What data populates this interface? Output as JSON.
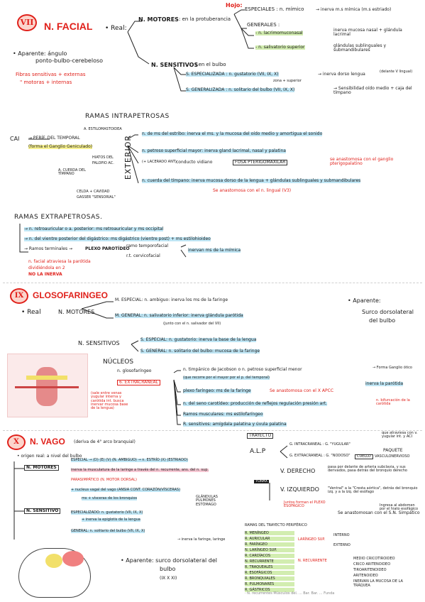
{
  "vii": {
    "numeral": "VII",
    "title": "N. FACIAL",
    "real": "• Real:",
    "aparente": "• Aparente: ángulo",
    "aparente2": "ponto-bulbo-cerebeloso",
    "fibras1": "Fibras sensitivas + externas",
    "fibras2": "\" motoras + internas",
    "hojo": "Hojo:",
    "motores": "N. MOTORES",
    "motores_loc": ": en la protuberancia",
    "especiales": "ESPECIALES : n. mímico",
    "especiales_r": "→ inerva m.s mímica (m.s estriado)",
    "generales": "GENERALES :",
    "lacrimomuconasal": "- n. lacrimomuconasal",
    "lacrimo_r": "inerva mucosa nasal + glándula lacrimal",
    "salivador": "- n. salivatorio superior",
    "salivador_r": "glándulas sublinguales y submandibulares",
    "sensitivos": "N. SENSITIVOS",
    "sensitivos_loc": ": en el bulbo",
    "s_especializada": "S. ESPECIALIZADA : n. gustatorio (VII, IX, X)",
    "s_zona": "zona + superior",
    "s_esp_r": "→ inerva dorso lengua",
    "s_esp_r2": "(delante V lingual)",
    "s_generalizada": "S. GENERALIZADA : n. solitario del bulbo (VII, IX, X)",
    "s_gen_r": "→ Sensibilidad oído medio + caja del tímpano",
    "ramas_intra": "RAMAS INTRAPETROSAS",
    "cai": "CAI",
    "cai_1": "→ PERÍF. DEL TEMPORAL",
    "cai_2": "(forma el Ganglio Geniculado)",
    "a_estilomastoidea": "A. ESTILOMASTOIDEA",
    "hiatos": "HIATOS DEL",
    "hiatos2": "FALOPIO AC.",
    "a_cuerda": "A. CUERDA DEL TÍMPANO",
    "celda": "CELDA + CAVIDAD",
    "celda2": "GASSER \"SENSORIAL\"",
    "exterior": "EXTERIOR",
    "r1": "n. de ms del estribo: inerva el ms. y la mucosa del oído medio y amortigua el sonido",
    "r2": "n. petroso superficial mayor: inerva gland lacrimal, nasal y palatina",
    "r3_pre": "(+ LACERADO ANT)",
    "r3": "conducto vidiano",
    "fosa": "FOSA PTERIGOMAXILAR",
    "r3_note": "se anastomosa con el ganglio pterigopalatino",
    "r4": "n. cuerda del tímpano: inerva mucosa dorso de la lengua + glándulas sublinguales y submandibulares",
    "r4_note": "Se anastomosa con el n. lingual (V3)",
    "ramas_extra": "RAMAS EXTRAPETROSAS.",
    "e1": "→ n. retroauricular o a. posterior: ms retroauricular y ms occipital",
    "e2": "→ n. del vientre posterior del digástrico: ms digástrico (vientre post) + ms estilohioideo",
    "e3a": "→ Ramos terminales →",
    "plexo": "PLEXO PAROTÍDEO",
    "e3b": "ramo temporofacial",
    "e3c": "r.t. cervicofacial",
    "e3d": "inervan ms de la mímica",
    "e_note1": "n. facial atraviesa la parótida",
    "e_note2": "dividiéndola en 2",
    "e_note3": "NO LA INERVA",
    "ix": {
      "numeral": "IX",
      "title": "GLOSOFARINGEO",
      "real": "• Real",
      "motores": "N. MOTORES",
      "m_esp": "M. ESPECIAL: n. ambiguo: inerva los ms de la faringe",
      "m_gen": "M. GENERAL: n. salivatorio inferior: inerva glándula parótida",
      "m_gen_note": "(junto con el n. salivador del VII)",
      "aparente": "• Aparente:",
      "surco": "Surco dorsolateral",
      "surco2": "del bulbo",
      "sensitivos": "N. SENSITIVOS",
      "s_esp": "S. ESPECIAL: n. gustatorio: inerva la base de la lengua",
      "s_gen": "S. GENERAL: n. solitario del bulbo: mucosa de la faringe",
      "nucleos": "NÚCLEOS",
      "nucleos_sub": "n. glosofaríngeo",
      "extracraneal": "6. EXTRACRANEAL",
      "side_note": "(sale entre venas yugular interna y carótida int. busca inervar mucosa base de la lengua)",
      "b1": "n. timpánico de Jacobson o n. petroso superficial menor",
      "b1_note": "→ Forma Ganglio ótico",
      "b1_sub": "(que recorre por el mayor por el p. del temporal)",
      "b1_r": "inerva la parótida",
      "b2": "plexo faríngeo: ms de la faringe",
      "b2_note": "Se anastomosa con el X APCC",
      "b3": "n. del seno carotídeo: producción de reflejos regulación presión art.",
      "b3_note": "n. bifurcación de la carótida",
      "b4": "Ramos musculares: ms estilofaríngeo",
      "b5": "R. sensitivos: amígdala palatina y úvula palatina"
    },
    "x": {
      "numeral": "X",
      "title": "N. VAGO",
      "subtitle": "(deriva de 4° arco branquial)",
      "real": "• origen real: a nivel del bulbo",
      "motores": "N. MOTORES",
      "sensitivo": "N. SENSITIVO",
      "m1": "ESPECIAL → (D) (E) (V) (N. AMBIGUO) → n. ESTRÍO (X) (ESTRIADO)",
      "m2": "inerva la musculatura de la laringe a través del n. recurrente, ans. del n. sup.",
      "m3": "PARASIMPÁTICO (N. MOTOR DORSAL)",
      "m4": "+ nucleus vagal del vago (ANSIA CONT. CORAZÓN/VÍSCERAS)",
      "m5": "ms + vísceras de los bronquios",
      "m6": "GLÁNDULAS PULMONES ESTÓMAGO",
      "s1": "ESPECIALIZADO: n. gustatorio (VII, IX, X)",
      "s2": "+ inerva la epiglotis de la lengua",
      "s3": "GENERAL: n. solitario del bulbo (VII, IX, X)",
      "s4": "→ inerva la faringe, laringe",
      "aparente": "• Aparente: surco dorsolateral del",
      "aparente2": "bulbo",
      "aparente3": "(IX X XI)",
      "trayecto": "TRAYECTO",
      "alp": "A.L.P",
      "alp1": "G. INTRACRANEAL : G. \"YUGULAR\"",
      "alp2": "G. EXTRACRANEAL : G. \"NODOSO\"",
      "paquete": "PAQUETE",
      "paquete2": "VASCULONERVIOSO",
      "cuello": "CUELLO",
      "alp_note": "que atraviesa con v. yugular int. y ACI",
      "derecho": "V. DERECHO",
      "derecho_note": "pasa por delante de arteria subclavia, y sus derivados, pasa detrás del bronquio derecho",
      "torax": "TÓRAX",
      "izquierdo": "V. IZQUIERDO",
      "izq_note": "\"Ventral\" a la \"Cresta aórtica\", detrás del bronquio izq. y a la izq. del esófago",
      "izq_note2": "Ingresa al abdomen por el hiato esofágico",
      "plexo": "Juntos forman el PLEXO ESOFÁGICO",
      "snsimp": "Se anastomosan con el S.N. Simpático",
      "ramas_title": "RAMAS DEL TRAYECTO PERIFÉRICO",
      "ramas": [
        "R. MENÍNGEO",
        "R. AURICULAR",
        "R. FARÍNGEO",
        "N. LARÍNGEO SUP.",
        "R. CARDÍACOS",
        "N. RECURRENTE",
        "R. TRAQUEALES",
        "R. ESOFÁGICOS",
        "R. BRONQUIALES",
        "R. PULMONARES",
        "R. GÁSTRICOS"
      ],
      "laryngeo": "LARÍNGEO SUP.",
      "interno": "INTERNO",
      "externo": "EXTERNO",
      "recurrente": "N. RECURRENTE",
      "footer": "· N. recurrentes  Músculos del. ...  Bar. Bar. ... Funda",
      "recurr_items": [
        "MEDIO CRICOTIROIDEO",
        "CRICO ARITENOIDEO",
        "TIROARITENOIDEO",
        "ARITENOIDEO",
        "INERVAN LA MUCOSA DE LA TRÁQUEA"
      ]
    }
  },
  "colors": {
    "red": "#e0201a",
    "highlight_blue": "#bfe6f5",
    "highlight_yellow": "#f7f191",
    "highlight_green": "#d2edb0"
  }
}
